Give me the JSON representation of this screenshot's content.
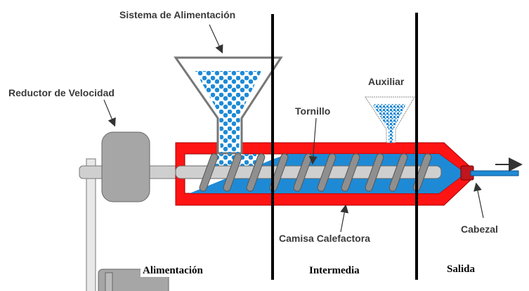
{
  "diagram": {
    "title": "Extrusora",
    "labels": {
      "feed_system": "Sistema de Alimentación",
      "speed_reducer": "Reductor de Velocidad",
      "auxiliary": "Auxiliar",
      "screw": "Tornillo",
      "heating_jacket": "Camisa Calefactora",
      "head": "Cabezal"
    },
    "zones": [
      {
        "label": "Alimentación"
      },
      {
        "label": "Intermedia"
      },
      {
        "label": "Salida"
      }
    ],
    "colors": {
      "barrel": "#ff1414",
      "polymer": "#1e8ad6",
      "screw": "#8f8f8f",
      "shaft": "#cfcfcf",
      "gearbox": "#a6a6a6",
      "head": "#c0161c",
      "divider": "#000000"
    }
  }
}
